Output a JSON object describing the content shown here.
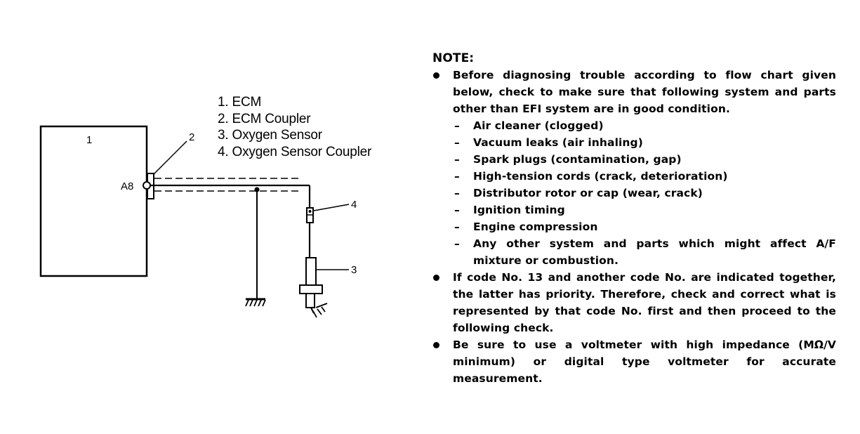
{
  "diagram": {
    "component_labels": {
      "ecm_number": "1",
      "coupler_number": "2",
      "sensor_number": "3",
      "sensor_coupler_number": "4",
      "terminal": "A8"
    },
    "legend": [
      "1. ECM",
      "2. ECM Coupler",
      "3. Oxygen Sensor",
      "4. Oxygen Sensor Coupler"
    ]
  },
  "note": {
    "title": "NOTE:",
    "bullets": [
      {
        "text": "Before diagnosing trouble according to flow chart given below, check to make sure that following system and parts other than EFI system are in good condition.",
        "sub_items": [
          "Air cleaner (clogged)",
          "Vacuum leaks (air inhaling)",
          "Spark plugs (contamination, gap)",
          "High-tension cords (crack, deterioration)",
          "Distributor rotor or cap (wear, crack)",
          "Ignition timing",
          "Engine compression",
          "Any other system and parts which might affect A/F mixture or combustion."
        ]
      },
      {
        "text": "If code No. 13 and another code No. are indicated together, the latter has priority. Therefore, check and correct what is represented by that code No. first and then proceed to the following check."
      },
      {
        "text": "Be sure to use a voltmeter with high impedance (MΩ/V minimum) or digital type voltmeter for accurate measurement."
      }
    ]
  }
}
